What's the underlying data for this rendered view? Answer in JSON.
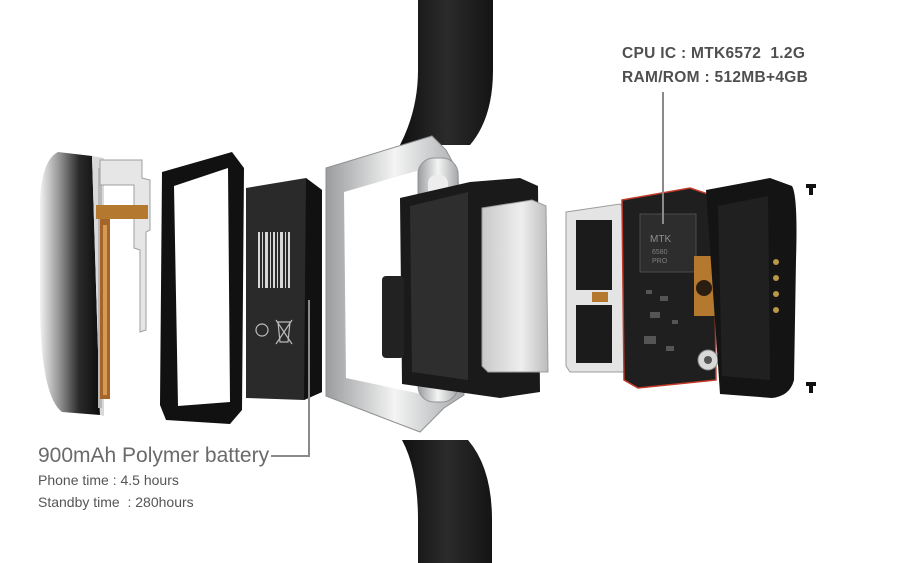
{
  "cpu_spec": {
    "cpu_line": "CPU IC : MTK6572  1.2G",
    "ram_line": "RAM/ROM : 512MB+4GB"
  },
  "battery_spec": {
    "title": "900mAh Polymer battery",
    "phone_time": "Phone time : 4.5 hours",
    "standby_time": "Standby time  : 280hours"
  },
  "chip_marking": {
    "brand": "MTK",
    "model": "6580",
    "suffix": "PRO"
  },
  "colors": {
    "strap": "#1c1c1c",
    "frame_silver": "#c9cbcd",
    "pcb_black": "#1e1f1e",
    "flex_copper": "#b5782f",
    "callout_line": "#8a8a8a"
  }
}
